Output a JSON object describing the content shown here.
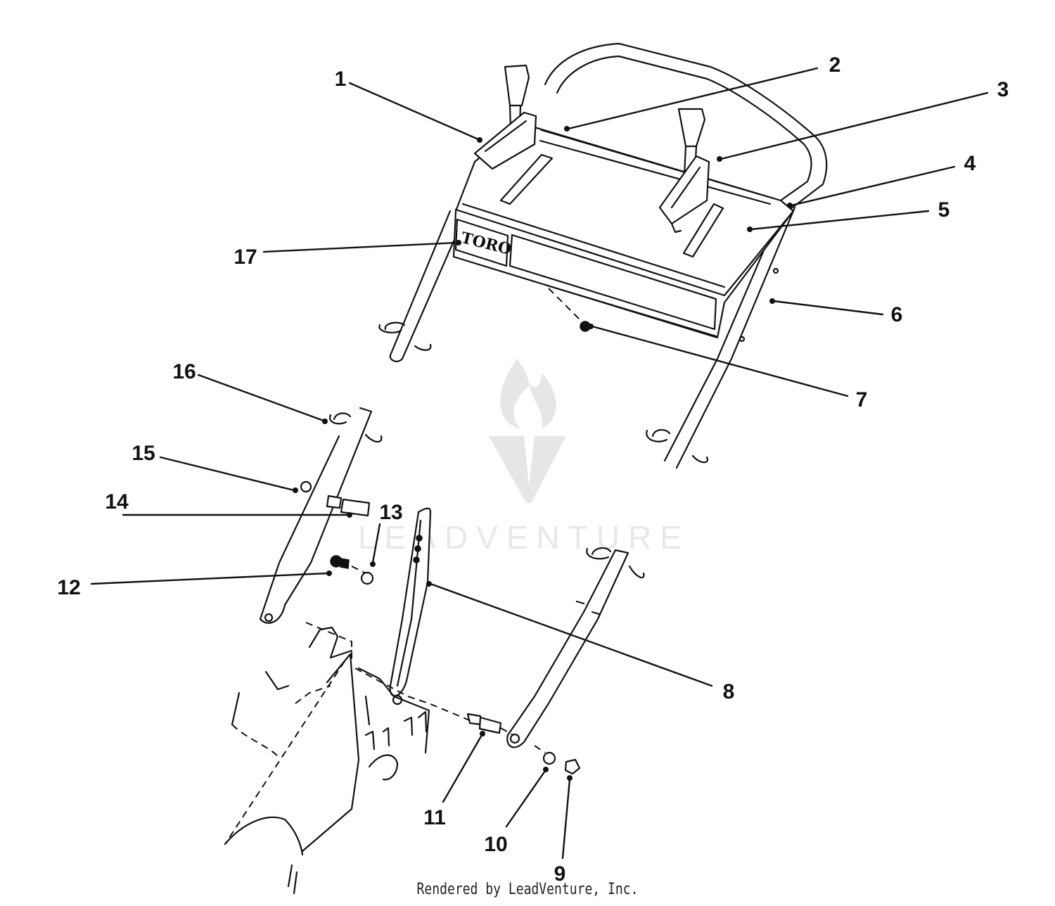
{
  "footer_text": "Rendered by LeadVenture, Inc.",
  "watermark_text": "LEADVENTURE",
  "logo_text": "TORO",
  "callouts": [
    {
      "id": "1",
      "label": "1"
    },
    {
      "id": "2",
      "label": "2"
    },
    {
      "id": "3",
      "label": "3"
    },
    {
      "id": "4",
      "label": "4"
    },
    {
      "id": "5",
      "label": "5"
    },
    {
      "id": "6",
      "label": "6"
    },
    {
      "id": "7",
      "label": "7"
    },
    {
      "id": "8",
      "label": "8"
    },
    {
      "id": "9",
      "label": "9"
    },
    {
      "id": "10",
      "label": "10"
    },
    {
      "id": "11",
      "label": "11"
    },
    {
      "id": "12",
      "label": "12"
    },
    {
      "id": "13",
      "label": "13"
    },
    {
      "id": "14",
      "label": "14"
    },
    {
      "id": "15",
      "label": "15"
    },
    {
      "id": "16",
      "label": "16"
    },
    {
      "id": "17",
      "label": "17"
    }
  ],
  "colors": {
    "line": "#111111",
    "watermark": "#e6e6e6",
    "background": "#ffffff"
  }
}
